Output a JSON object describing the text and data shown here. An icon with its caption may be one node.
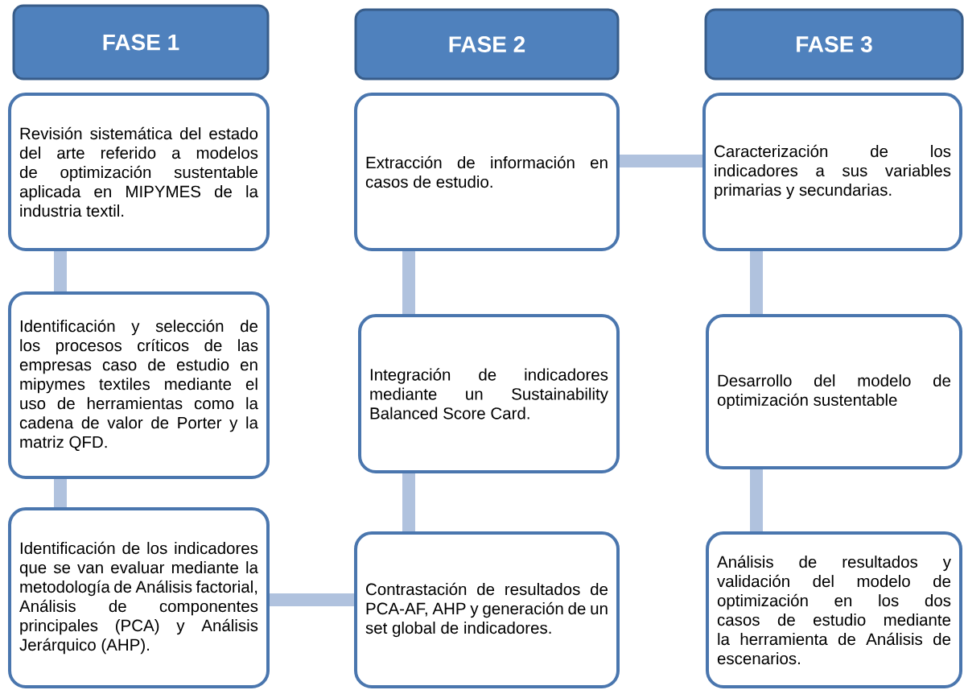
{
  "diagram": {
    "nodes": [
      {
        "text": [
          "FASE 1"
        ]
      },
      {
        "text": [
          "FASE 2"
        ]
      },
      {
        "text": [
          "FASE 3"
        ]
      },
      {
        "text": [
          "Revisión sistemática del estado del arte referido a modelos de optimización sustentable aplicada en MIPYMES de la industria textil."
        ]
      },
      {
        "text": [
          "Identificación y selección de los procesos críticos de las empresas caso de estudio en mipymes textiles mediante el uso de herramientas como la cadena de valor de Porter  y la matriz QFD."
        ]
      },
      {
        "text": [
          "Identificación de los indicadores que se van evaluar mediante la metodología de Análisis factorial, Análisis de componentes principales (PCA) y Análisis Jerárquico (AHP)."
        ]
      },
      {
        "text": [
          "Extracción de información en casos de estudio."
        ]
      },
      {
        "text": [
          "Integración de indicadores mediante un Sustainability Balanced Score Card."
        ]
      },
      {
        "text": [
          "Contrastación de resultados de PCA-AF, AHP y generación de un set global de indicadores."
        ]
      },
      {
        "text": [
          "Caracterización de los indicadores a sus variables primarias y secundarias."
        ]
      },
      {
        "text": [
          "Desarrollo del modelo de optimización sustentable"
        ]
      },
      {
        "text": [
          "Análisis de resultados y validación del modelo de optimización en los dos casos de estudio mediante la herramienta de Análisis de escenarios."
        ]
      }
    ],
    "edges": [
      {
        "from": 3,
        "to": 4,
        "arrow": "none"
      },
      {
        "from": 4,
        "to": 5,
        "arrow": "none"
      },
      {
        "from": 5,
        "to": 8,
        "arrow": "none"
      },
      {
        "from": 8,
        "to": 7,
        "arrow": "none"
      },
      {
        "from": 7,
        "to": 6,
        "arrow": "none"
      },
      {
        "from": 6,
        "to": 9,
        "arrow": "none"
      },
      {
        "from": 9,
        "to": 10,
        "arrow": "none"
      },
      {
        "from": 10,
        "to": 11,
        "arrow": "none"
      }
    ]
  }
}
